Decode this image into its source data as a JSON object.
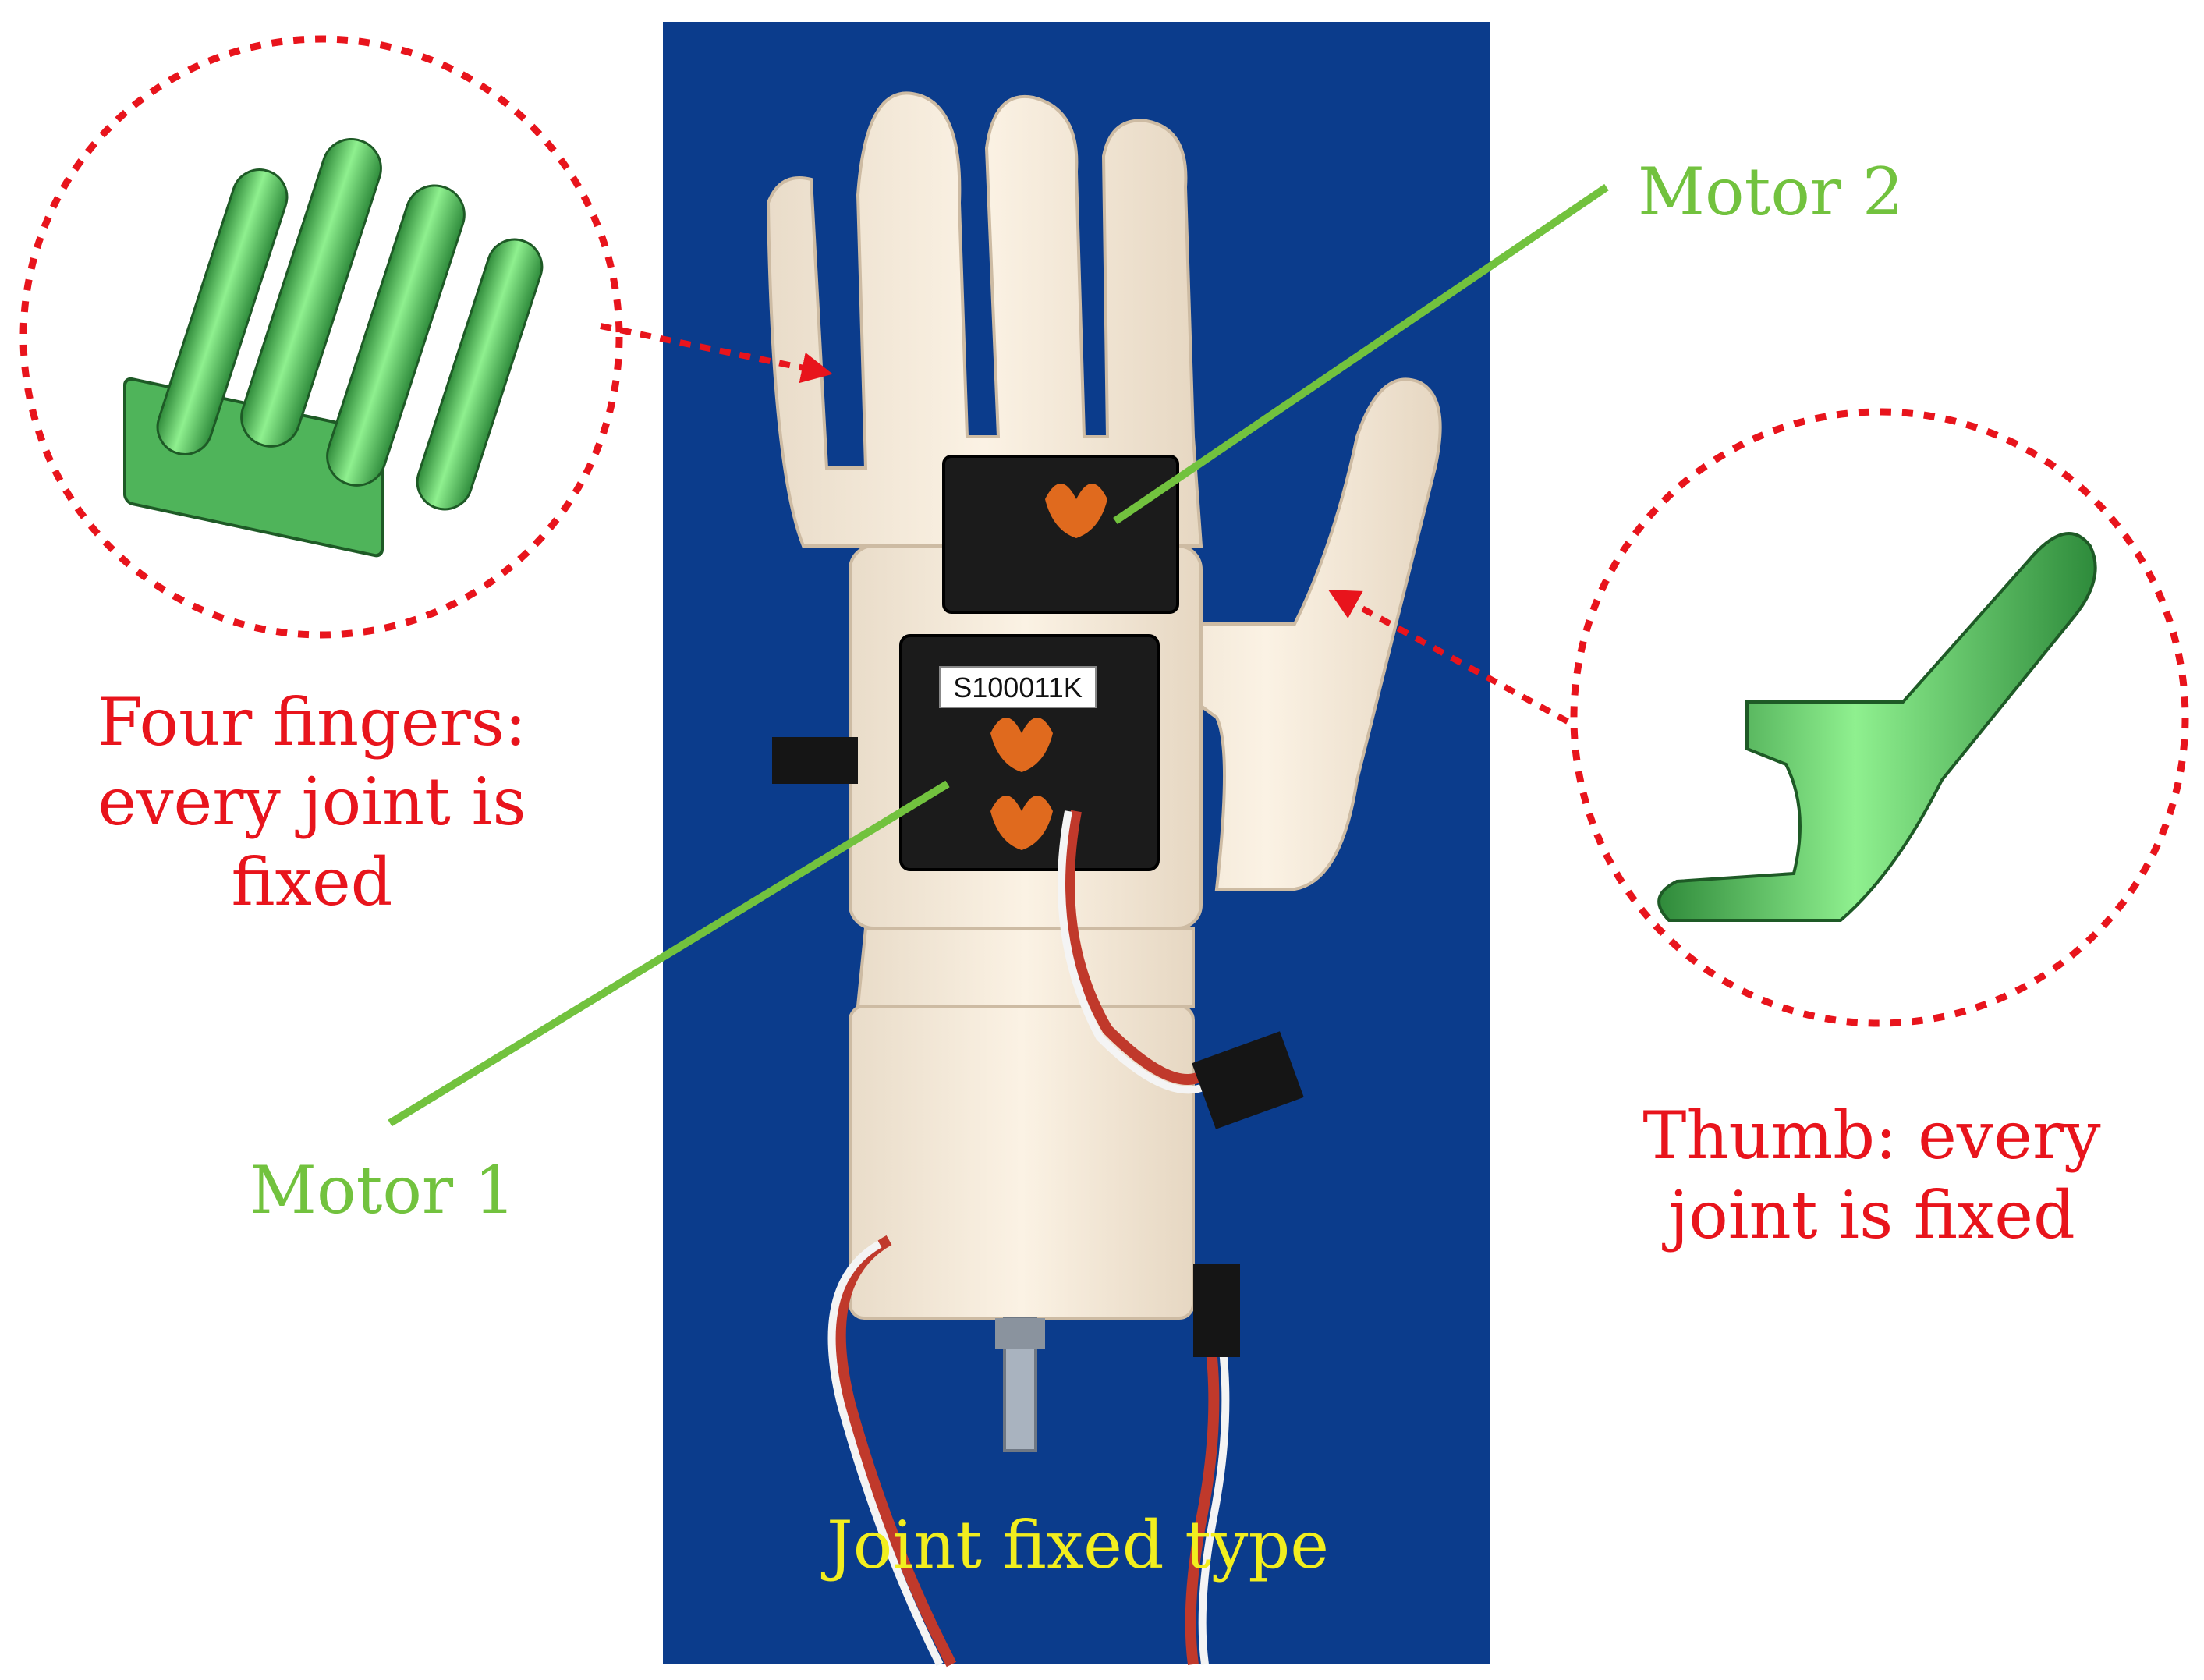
{
  "colors": {
    "red_label": "#e8141c",
    "green_label": "#72c23e",
    "yellow_label": "#f2ee1e",
    "photo_background": "#0a3a88",
    "cad_green": "#5fcf68"
  },
  "labels": {
    "motor2": "Motor 2",
    "motor1": "Motor 1",
    "fingers_line1": "Four fingers:",
    "fingers_line2": "every joint is",
    "fingers_line3": "fixed",
    "thumb_line1": "Thumb: every",
    "thumb_line2": "joint is fixed",
    "caption": "Joint fixed type",
    "servo_sticker": "S100011K"
  }
}
